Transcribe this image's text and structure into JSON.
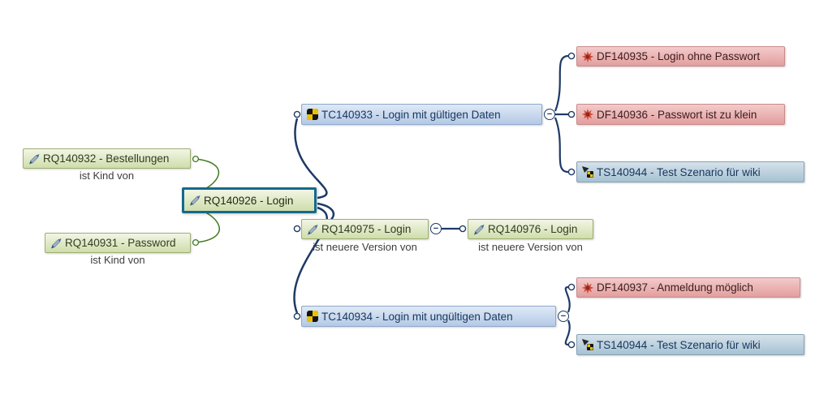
{
  "diagram": {
    "tool": "relationship mind map",
    "icons": {
      "collapse_glyph": "−"
    },
    "colors": {
      "requirement_bg": "#d9e4b4",
      "requirement_border": "#9fae73",
      "testcase_bg": "#bcd0e8",
      "testcase_border": "#8fa9cc",
      "defect_bg": "#e7a6a6",
      "defect_border": "#c98a8a",
      "scenario_bg": "#a6c2d3",
      "scenario_border": "#86a2b4",
      "selected_border": "#15698e",
      "edge_navy": "#1e3a66",
      "edge_green": "#3f7a1e",
      "background": "#ffffff"
    },
    "nodes": [
      {
        "id": "RQ140932",
        "type": "requirement",
        "label": "RQ140932 - Bestellungen",
        "relation": "ist Kind von"
      },
      {
        "id": "RQ140931",
        "type": "requirement",
        "label": "RQ140931 - Password",
        "relation": "ist Kind von"
      },
      {
        "id": "RQ140926",
        "type": "requirement",
        "label": "RQ140926 - Login",
        "selected": true
      },
      {
        "id": "TC140933",
        "type": "testcase",
        "label": "TC140933 - Login mit gültigen Daten"
      },
      {
        "id": "DF140935",
        "type": "defect",
        "label": "DF140935 - Login ohne Passwort"
      },
      {
        "id": "DF140936",
        "type": "defect",
        "label": "DF140936 - Passwort ist zu klein"
      },
      {
        "id": "TS140944",
        "type": "testscenario",
        "label": "TS140944 - Test Szenario für wiki"
      },
      {
        "id": "RQ140975",
        "type": "requirement",
        "label": "RQ140975 - Login",
        "relation": "ist neuere Version von"
      },
      {
        "id": "RQ140976",
        "type": "requirement",
        "label": "RQ140976 - Login",
        "relation": "ist neuere Version von"
      },
      {
        "id": "TC140934",
        "type": "testcase",
        "label": "TC140934 - Login mit ungültigen Daten"
      },
      {
        "id": "DF140937",
        "type": "defect",
        "label": "DF140937 - Anmeldung möglich"
      },
      {
        "id": "TS140944b",
        "type": "testscenario",
        "label": "TS140944 - Test Szenario für wiki"
      }
    ],
    "connections": [
      {
        "from": "RQ140932",
        "to": "RQ140926",
        "label": "ist Kind von",
        "color": "green"
      },
      {
        "from": "RQ140931",
        "to": "RQ140926",
        "label": "ist Kind von",
        "color": "green"
      },
      {
        "from": "RQ140926",
        "to": "TC140933",
        "color": "navy"
      },
      {
        "from": "RQ140926",
        "to": "RQ140975",
        "color": "navy"
      },
      {
        "from": "RQ140926",
        "to": "TC140934",
        "color": "navy"
      },
      {
        "from": "TC140933",
        "to": "DF140935",
        "color": "navy"
      },
      {
        "from": "TC140933",
        "to": "DF140936",
        "color": "navy"
      },
      {
        "from": "TC140933",
        "to": "TS140944",
        "color": "navy"
      },
      {
        "from": "RQ140975",
        "to": "RQ140976",
        "label": "ist neuere Version von",
        "color": "navy"
      },
      {
        "from": "TC140934",
        "to": "DF140937",
        "color": "navy"
      },
      {
        "from": "TC140934",
        "to": "TS140944b",
        "color": "navy"
      }
    ]
  }
}
